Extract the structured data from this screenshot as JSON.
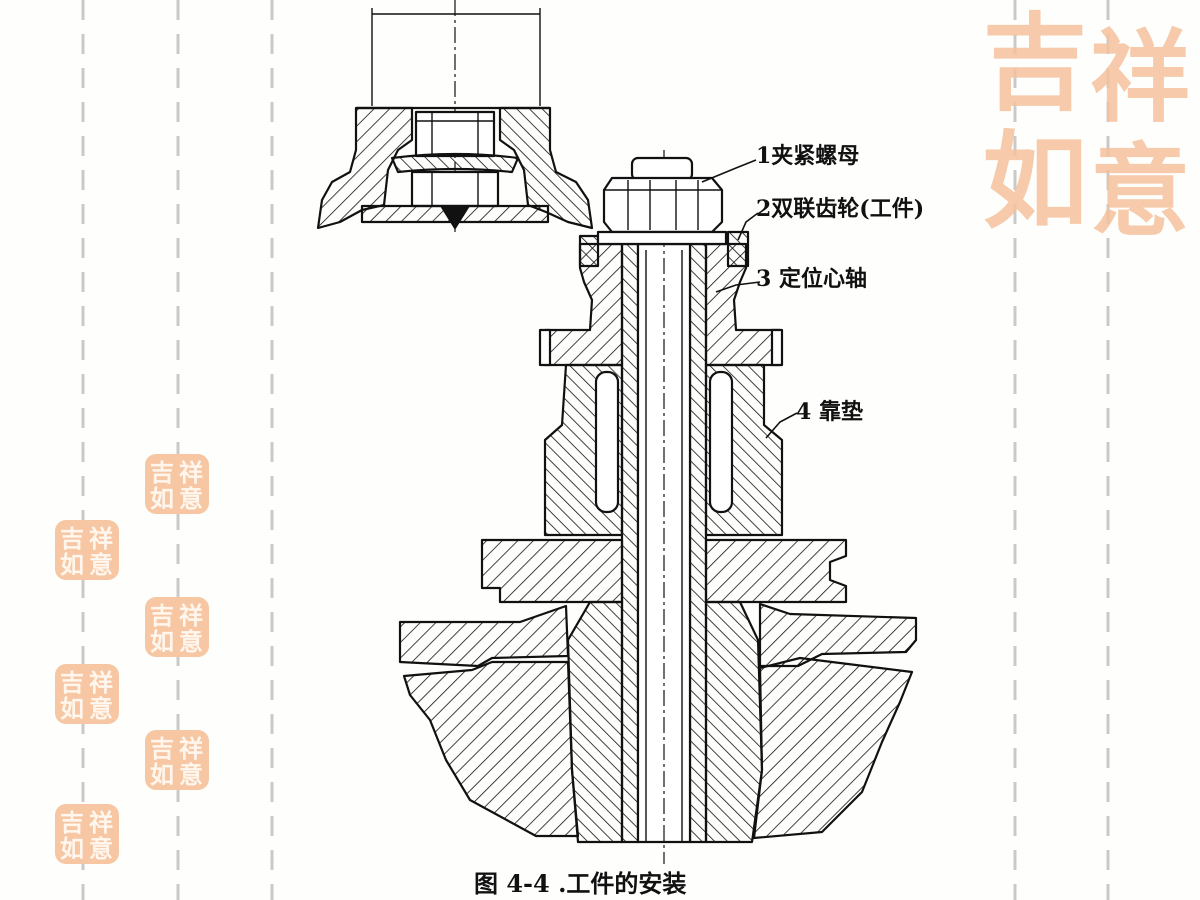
{
  "figure": {
    "labels": {
      "clamp_nut": "1夹紧螺母",
      "double_gear": "2双联齿轮(工件)",
      "mandrel": "3 定位心轴",
      "support": "4 靠垫"
    },
    "caption": "图 4-4  .工件的安装"
  },
  "seal": {
    "chars": [
      "吉",
      "祥",
      "如",
      "意"
    ]
  },
  "colors": {
    "ink": "#111111",
    "seal": "#f6c7a2",
    "seal_char": "#fff6ee",
    "seal_large": "#f5c29c",
    "guide": "#c9c9c9",
    "background": "#fefefc"
  }
}
